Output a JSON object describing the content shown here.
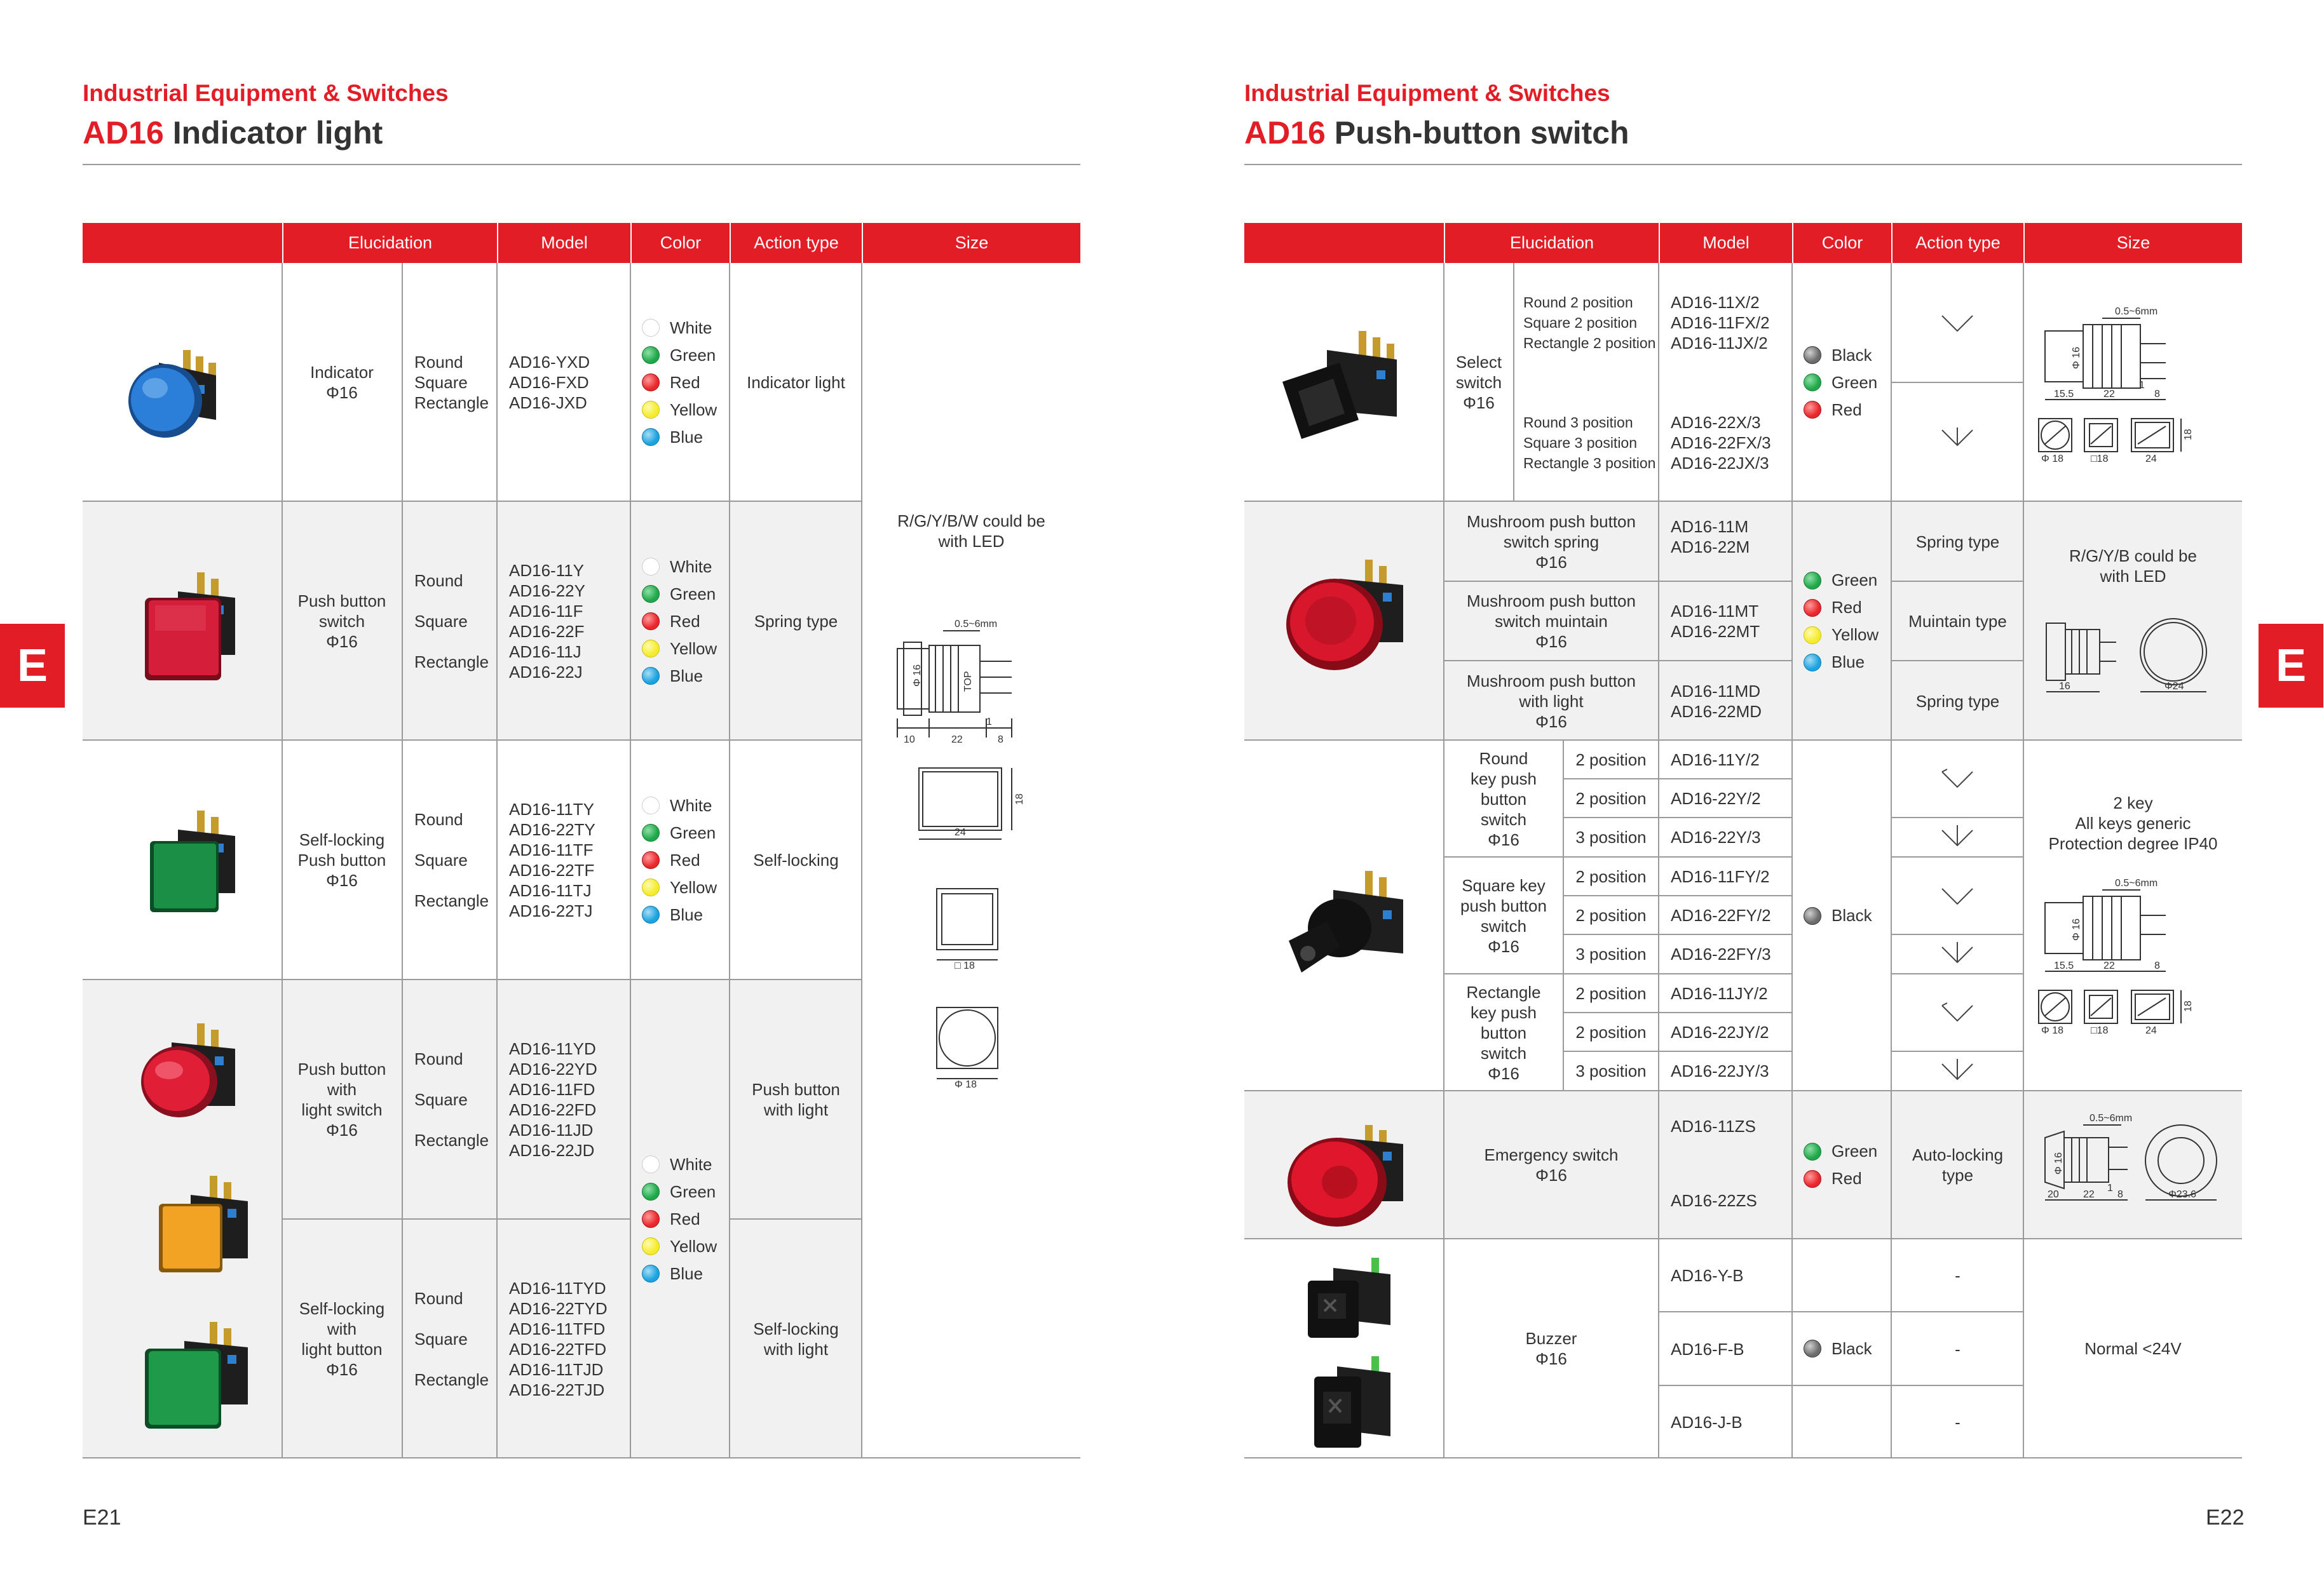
{
  "common": {
    "category": "Industrial Equipment & Switches",
    "side_tab": "E",
    "headers": [
      "Elucidation",
      "Model",
      "Color",
      "Action type",
      "Size"
    ],
    "colors": {
      "white": "#ffffff",
      "green": "#1fa84a",
      "red": "#e8262b",
      "yellow": "#f4ec2b",
      "blue": "#1aa3e0",
      "black": "#777777",
      "accent": "#e31d25",
      "shade": "#f1f1f1"
    }
  },
  "left": {
    "title_model": "AD16",
    "title_name": "Indicator light",
    "page_number": "E21",
    "size_note": "R/G/Y/B/W could be\nwith LED",
    "color_sets": {
      "wgryb": [
        "White",
        "Green",
        "Red",
        "Yellow",
        "Blue"
      ]
    },
    "rows": [
      {
        "elucidation": "Indicator\nΦ16",
        "shapes": "Round\nSquare\nRectangle",
        "models": "AD16-YXD\nAD16-FXD\nAD16-JXD",
        "action": "Indicator light"
      },
      {
        "elucidation": "Push button\nswitch\nΦ16",
        "shapes": "Round\n\nSquare\n\nRectangle",
        "models": "AD16-11Y\nAD16-22Y\nAD16-11F\nAD16-22F\nAD16-11J\nAD16-22J",
        "action": "Spring type"
      },
      {
        "elucidation": "Self-locking\nPush button\nΦ16",
        "shapes": "Round\n\nSquare\n\nRectangle",
        "models": "AD16-11TY\nAD16-22TY\nAD16-11TF\nAD16-22TF\nAD16-11TJ\nAD16-22TJ",
        "action": "Self-locking"
      },
      {
        "elucidation": "Push button\nwith\nlight switch\nΦ16",
        "shapes": "Round\n\nSquare\n\nRectangle",
        "models": "AD16-11YD\nAD16-22YD\nAD16-11FD\nAD16-22FD\nAD16-11JD\nAD16-22JD",
        "action": "Push button\nwith light"
      },
      {
        "elucidation": "Self-locking\nwith\nlight button\nΦ16",
        "shapes": "Round\n\nSquare\n\nRectangle",
        "models": "AD16-11TYD\nAD16-22TYD\nAD16-11TFD\nAD16-22TFD\nAD16-11TJD\nAD16-22TJD",
        "action": "Self-locking\nwith light"
      }
    ],
    "drawings": {
      "d1": {
        "gap": "0.5~6mm",
        "dia": "Φ 16",
        "top": "TOP",
        "w1": "10",
        "w2": "22",
        "w3": "1",
        "w4": "8"
      },
      "d2": {
        "w": "24",
        "h": "18"
      },
      "d3": {
        "w": "□ 18"
      },
      "d4": {
        "w": "Φ 18"
      }
    }
  },
  "right": {
    "title_model": "AD16",
    "title_name": "Push-button switch",
    "page_number": "E22",
    "select": {
      "elucidation": "Select\nswitch\nΦ16",
      "sub1": "Round 2 position\nSquare 2 position\nRectangle 2 position",
      "sub2": "Round 3 position\nSquare 3 position\nRectangle 3 position",
      "models1": "AD16-11X/2\nAD16-11FX/2\nAD16-11JX/2",
      "models2": "AD16-22X/3\nAD16-22FX/3\nAD16-22JX/3",
      "colors": [
        "Black",
        "Green",
        "Red"
      ]
    },
    "mushroom": {
      "rows": [
        {
          "elucidation": "Mushroom push button\nswitch spring\nΦ16",
          "models": "AD16-11M\nAD16-22M",
          "action": "Spring type"
        },
        {
          "elucidation": "Mushroom push button\nswitch muintain\nΦ16",
          "models": "AD16-11MT\nAD16-22MT",
          "action": "Muintain type"
        },
        {
          "elucidation": "Mushroom push button\nwith light\nΦ16",
          "models": "AD16-11MD\nAD16-22MD",
          "action": "Spring type"
        }
      ],
      "colors": [
        "Green",
        "Red",
        "Yellow",
        "Blue"
      ],
      "size_note": "R/G/Y/B could be\nwith LED"
    },
    "key": {
      "groups": [
        {
          "elucidation": "Round\nkey push\nbutton\nswitch\nΦ16",
          "positions": [
            "2 position",
            "2 position",
            "3 position"
          ],
          "models": [
            "AD16-11Y/2",
            "AD16-22Y/2",
            "AD16-22Y/3"
          ]
        },
        {
          "elucidation": "Square key\npush button\nswitch\nΦ16",
          "positions": [
            "2 position",
            "2 position",
            "3 position"
          ],
          "models": [
            "AD16-11FY/2",
            "AD16-22FY/2",
            "AD16-22FY/3"
          ]
        },
        {
          "elucidation": "Rectangle\nkey push\nbutton\nswitch\nΦ16",
          "positions": [
            "2 position",
            "2 position",
            "3 position"
          ],
          "models": [
            "AD16-11JY/2",
            "AD16-22JY/2",
            "AD16-22JY/3"
          ]
        }
      ],
      "color": "Black",
      "size_note": "2 key\nAll keys generic\nProtection degree IP40"
    },
    "emergency": {
      "elucidation": "Emergency switch\nΦ16",
      "models": [
        "AD16-11ZS",
        "AD16-22ZS"
      ],
      "colors": [
        "Green",
        "Red"
      ],
      "action": "Auto-locking\ntype"
    },
    "buzzer": {
      "elucidation": "Buzzer\nΦ16",
      "models": [
        "AD16-Y-B",
        "AD16-F-B",
        "AD16-J-B"
      ],
      "color": "Black",
      "actions": [
        "-",
        "-",
        "-"
      ],
      "size_note": "Normal <24V"
    },
    "drawings": {
      "sel": {
        "gap": "0.5~6mm",
        "dia": "Φ 16",
        "w1": "15.5",
        "w2": "22",
        "w3": "1",
        "w4": "8",
        "s1": "Φ 18",
        "s2": "□18",
        "s3": "24",
        "s4": "18"
      },
      "mush": {
        "w1": "16",
        "d": "Φ24"
      },
      "key": {
        "gap": "0.5~6mm",
        "dia": "Φ 16",
        "w1": "15.5",
        "w2": "22",
        "w3": "8",
        "s1": "Φ 18",
        "s2": "□18",
        "s3": "24",
        "s4": "18"
      },
      "emg": {
        "gap": "0.5~6mm",
        "w1": "20",
        "w2": "22",
        "w3": "1",
        "w4": "8",
        "d": "Φ23.6",
        "dia": "Φ 16"
      }
    }
  }
}
